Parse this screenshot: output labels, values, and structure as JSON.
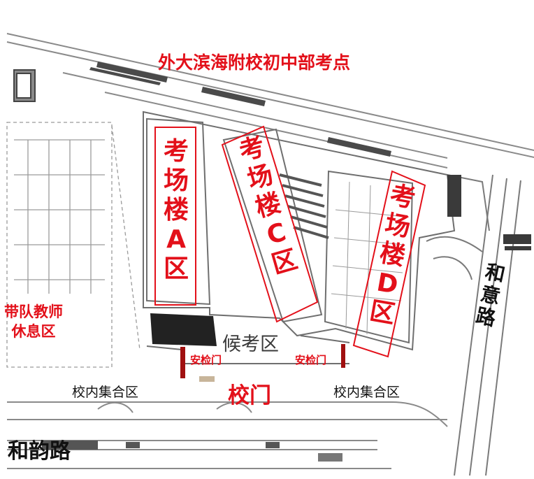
{
  "title": "外大滨海附校初中部考点",
  "zones": [
    {
      "id": "A",
      "label": "考场楼A区"
    },
    {
      "id": "C",
      "label": "考场楼C区"
    },
    {
      "id": "D",
      "label": "考场楼D区"
    }
  ],
  "teacher_rest_area": "带队教师\n休息区",
  "waiting_area": "候考区",
  "security_gate_left": "安检门",
  "security_gate_right": "安检门",
  "school_gate": "校门",
  "assembly_left": "校内集合区",
  "assembly_right": "校内集合区",
  "road_south": "和韵路",
  "road_east": "和意路",
  "colors": {
    "label_red": "#e3101a",
    "line_gray": "#7a7a7a",
    "gate_bar": "#a01010",
    "paved": "#222222"
  }
}
